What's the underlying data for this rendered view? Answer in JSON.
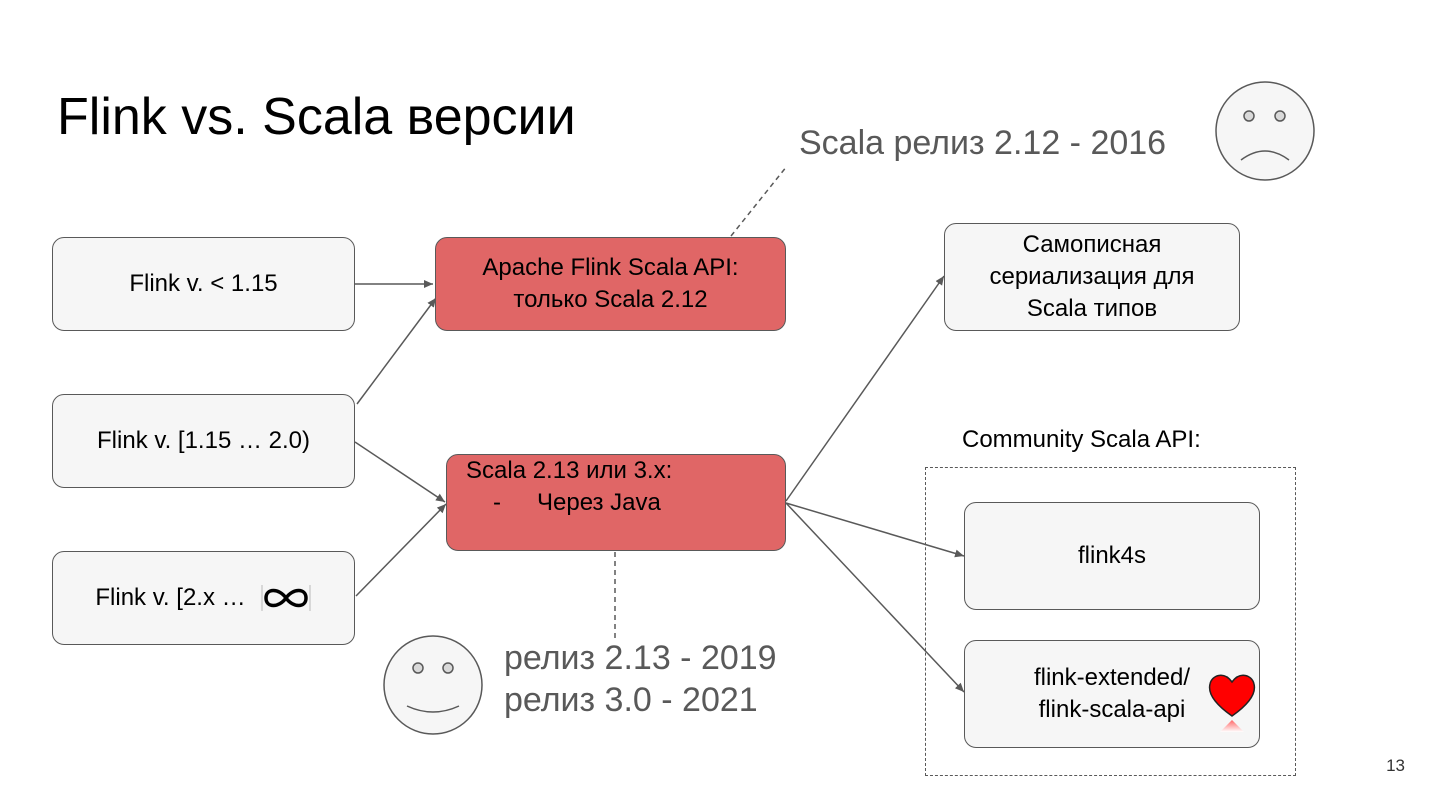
{
  "slide": {
    "title": "Flink vs. Scala версии",
    "page_number": "13"
  },
  "notes": {
    "scala212_release": "Scala релиз 2.12 - 2016",
    "scala213_release": "релиз 2.13 - 2019",
    "scala3_release": "релиз 3.0 - 2021"
  },
  "flink_versions": {
    "lt_115": "Flink v. < 1.15",
    "range_115_20": "Flink v. [1.15 … 2.0)",
    "range_2x": "Flink v. [2.x …"
  },
  "apis": {
    "flink_scala_api_line1": "Apache Flink Scala API:",
    "flink_scala_api_line2": "только Scala 2.12",
    "scala_via_java_line1": "Scala 2.13 или 3.x:",
    "scala_via_java_bullet": "-",
    "scala_via_java_line2": "Через Java"
  },
  "outcomes": {
    "custom_serialization_line1": "Самописная",
    "custom_serialization_line2": "сериализация для",
    "custom_serialization_line3": "Scala типов",
    "community_label": "Community Scala API:",
    "flink4s": "flink4s",
    "flink_extended_line1": "flink-extended/",
    "flink_extended_line2": "flink-scala-api"
  },
  "icons": {
    "sad_face": "sad-face-icon",
    "happy_face": "smiley-face-icon",
    "heart": "heart-icon",
    "infinity": "infinity-icon"
  },
  "colors": {
    "highlight_box": "#e06666",
    "neutral_box": "#f6f6f6",
    "note_text": "#595959",
    "heart": "#ff0000"
  }
}
